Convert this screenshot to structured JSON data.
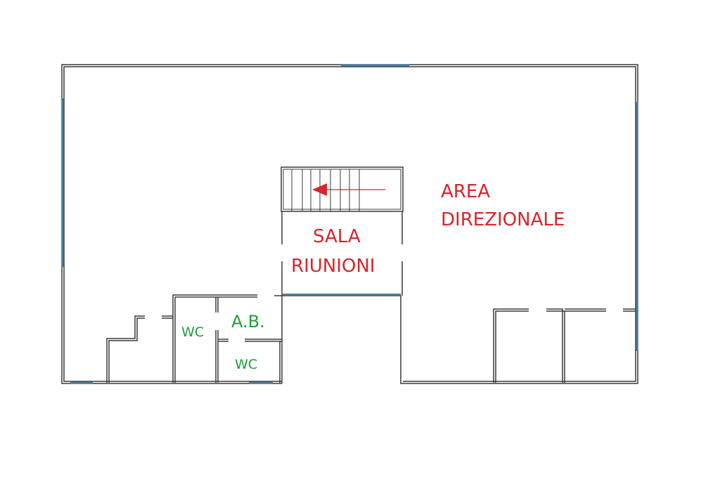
{
  "floorplan": {
    "colors": {
      "wall": "#3a3a3a",
      "window": "#4a7f9e",
      "room_label": "#d8252c",
      "service_label": "#1f9e3a",
      "arrow": "#d8252c"
    },
    "rooms": {
      "area_direzionale": {
        "line1": "AREA",
        "line2": "DIREZIONALE"
      },
      "sala_riunioni": {
        "line1": "SALA",
        "line2": "RIUNIONI"
      },
      "wc_left": {
        "label": "WC"
      },
      "wc_lower": {
        "label": "WC"
      },
      "antibagno": {
        "label": "A.B."
      }
    },
    "stair": {
      "direction": "left",
      "icon": "stair-arrow-icon"
    }
  }
}
